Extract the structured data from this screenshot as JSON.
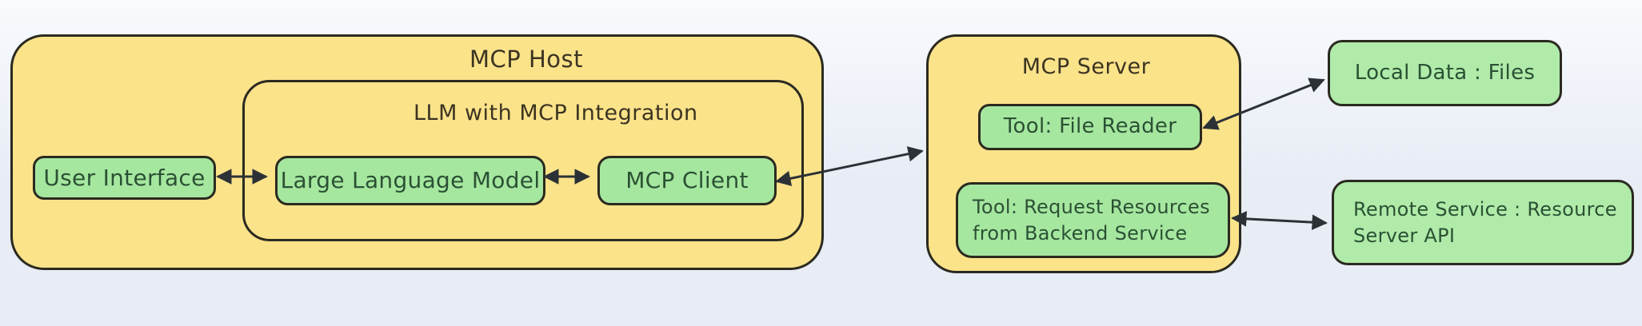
{
  "colors": {
    "background_top": "#f8fafd",
    "background_bottom": "#e7ecf5",
    "container_fill": "#fbe38a",
    "node_fill": "#a6e7a0",
    "external_fill": "#b0eba9",
    "outline": "#2b2a20",
    "node_text": "#2b5134",
    "title_text": "#3c3422",
    "arrow": "#2c3136"
  },
  "diagram": {
    "host": {
      "title": "MCP Host",
      "user_interface": "User Interface",
      "integration": {
        "title": "LLM with MCP Integration",
        "llm": "Large Language Model",
        "mcp_client": "MCP Client"
      }
    },
    "server": {
      "title": "MCP Server",
      "tool_file_reader": "Tool: File Reader",
      "tool_request_resources": "Tool: Request Resources\nfrom Backend Service"
    },
    "external": {
      "local_data": "Local Data : Files",
      "remote_service": "Remote Service : Resource\nServer API"
    }
  }
}
